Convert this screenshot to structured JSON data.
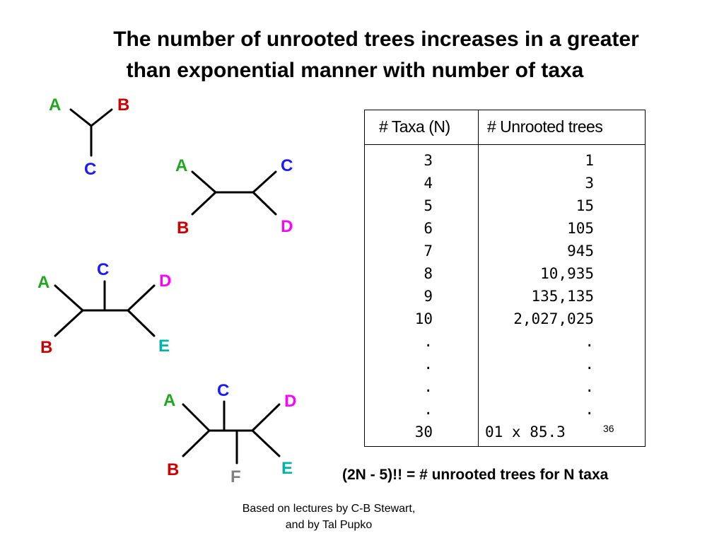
{
  "title": {
    "line1": "The number of unrooted trees increases in a greater",
    "line2": "than exponential manner with number of taxa"
  },
  "colors": {
    "green": "#1fa81f",
    "red": "#cc0000",
    "blue": "#1a1aff",
    "magenta": "#ff00ff",
    "teal": "#00b3a6",
    "gray": "#808080"
  },
  "trees": {
    "tree3": {
      "a": "A",
      "b": "B",
      "c": "C"
    },
    "tree4": {
      "a": "A",
      "b": "B",
      "c": "C",
      "d": "D"
    },
    "tree5": {
      "a": "A",
      "b": "B",
      "c": "C",
      "d": "D",
      "e": "E"
    },
    "tree6": {
      "a": "A",
      "b": "B",
      "c": "C",
      "d": "D",
      "e": "E",
      "f": "F"
    }
  },
  "table": {
    "headers": [
      "# Taxa (N)",
      "# Unrooted trees"
    ],
    "rows": [
      [
        "3",
        "1"
      ],
      [
        "4",
        "3"
      ],
      [
        "5",
        "15"
      ],
      [
        "6",
        "105"
      ],
      [
        "7",
        "945"
      ],
      [
        "8",
        "10,935"
      ],
      [
        "9",
        "135,135"
      ],
      [
        "10",
        "2,027,025"
      ],
      [
        ".",
        "."
      ],
      [
        ".",
        "."
      ],
      [
        ".",
        "."
      ],
      [
        ".",
        "."
      ],
      [
        "30",
        "01 x 85.3"
      ]
    ]
  },
  "slide_number": "36",
  "formula": "(2N - 5)!! = # unrooted trees for N taxa",
  "credit": {
    "line1": "Based on lectures by C-B Stewart,",
    "line2": "and by Tal Pupko"
  }
}
